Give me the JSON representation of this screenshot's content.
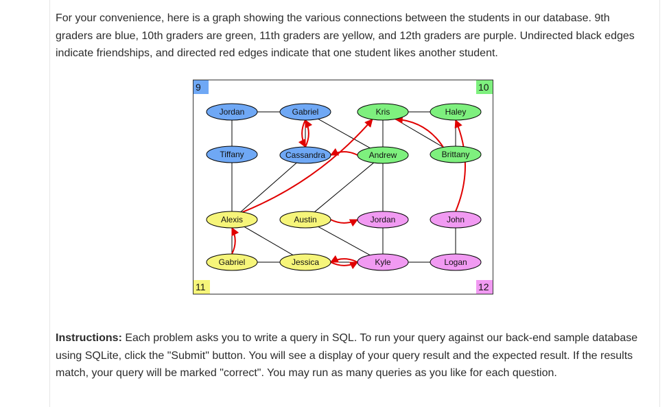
{
  "intro_text": "For your convenience, here is a graph showing the various connections between the students in our database. 9th graders are blue, 10th graders are green, 11th graders are yellow, and 12th graders are purple. Undirected black edges indicate friendships, and directed red edges indicate that one student likes another student.",
  "instructions": {
    "label": "Instructions:",
    "text": " Each problem asks you to write a query in SQL. To run your query against our back-end sample database using SQLite, click the \"Submit\" button. You will see a display of your query result and the expected result. If the results match, your query will be marked \"correct\". You may run as many queries as you like for each question."
  },
  "graph": {
    "grade_labels": {
      "g9": "9",
      "g10": "10",
      "g11": "11",
      "g12": "12"
    },
    "colors": {
      "grade9": "#6fa8f5",
      "grade10": "#7ef07e",
      "grade11": "#f6f57a",
      "grade12": "#f19af2",
      "friend_edge": "#000000",
      "like_edge": "#e00000"
    },
    "nodes": [
      {
        "id": "jordan9",
        "name": "Jordan",
        "grade": 9
      },
      {
        "id": "gabriel9",
        "name": "Gabriel",
        "grade": 9
      },
      {
        "id": "tiffany",
        "name": "Tiffany",
        "grade": 9
      },
      {
        "id": "cassandra",
        "name": "Cassandra",
        "grade": 9
      },
      {
        "id": "kris",
        "name": "Kris",
        "grade": 10
      },
      {
        "id": "haley",
        "name": "Haley",
        "grade": 10
      },
      {
        "id": "andrew",
        "name": "Andrew",
        "grade": 10
      },
      {
        "id": "brittany",
        "name": "Brittany",
        "grade": 10
      },
      {
        "id": "alexis",
        "name": "Alexis",
        "grade": 11
      },
      {
        "id": "austin",
        "name": "Austin",
        "grade": 11
      },
      {
        "id": "gabriel11",
        "name": "Gabriel",
        "grade": 11
      },
      {
        "id": "jessica",
        "name": "Jessica",
        "grade": 11
      },
      {
        "id": "jordan12",
        "name": "Jordan",
        "grade": 12
      },
      {
        "id": "john",
        "name": "John",
        "grade": 12
      },
      {
        "id": "kyle",
        "name": "Kyle",
        "grade": 12
      },
      {
        "id": "logan",
        "name": "Logan",
        "grade": 12
      }
    ],
    "friendships": [
      [
        "jordan9",
        "gabriel9"
      ],
      [
        "jordan9",
        "tiffany"
      ],
      [
        "tiffany",
        "alexis"
      ],
      [
        "gabriel9",
        "andrew"
      ],
      [
        "cassandra",
        "alexis"
      ],
      [
        "cassandra",
        "gabriel9"
      ],
      [
        "kris",
        "haley"
      ],
      [
        "kris",
        "andrew"
      ],
      [
        "kris",
        "brittany"
      ],
      [
        "haley",
        "brittany"
      ],
      [
        "andrew",
        "austin"
      ],
      [
        "andrew",
        "jordan12"
      ],
      [
        "alexis",
        "gabriel11"
      ],
      [
        "alexis",
        "jessica"
      ],
      [
        "austin",
        "kyle"
      ],
      [
        "gabriel11",
        "jessica"
      ],
      [
        "jessica",
        "kyle"
      ],
      [
        "jordan12",
        "kyle"
      ],
      [
        "john",
        "logan"
      ],
      [
        "kyle",
        "logan"
      ]
    ],
    "likes": [
      [
        "cassandra",
        "gabriel9"
      ],
      [
        "gabriel9",
        "cassandra"
      ],
      [
        "andrew",
        "cassandra"
      ],
      [
        "brittany",
        "kris"
      ],
      [
        "alexis",
        "kris"
      ],
      [
        "austin",
        "jordan12"
      ],
      [
        "gabriel11",
        "alexis"
      ],
      [
        "jessica",
        "kyle"
      ],
      [
        "kyle",
        "jessica"
      ],
      [
        "john",
        "haley"
      ]
    ]
  }
}
